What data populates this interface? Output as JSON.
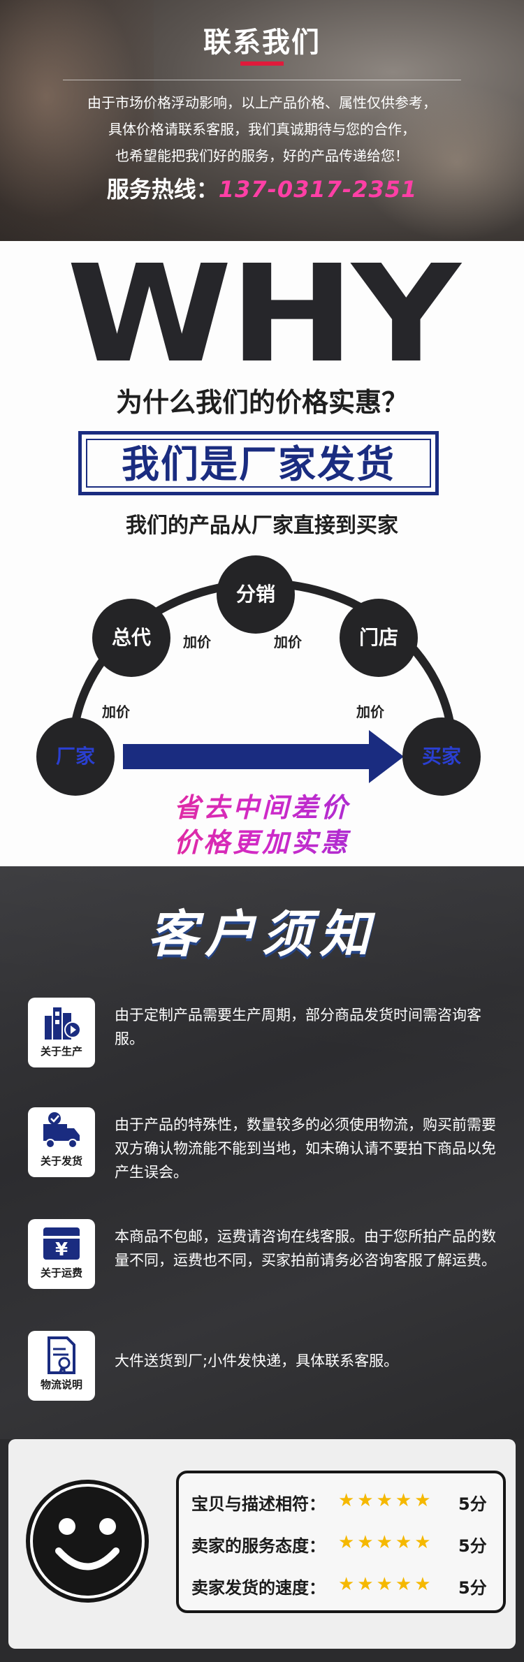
{
  "contact": {
    "title": "联系我们",
    "lines": [
      "由于市场价格浮动影响，以上产品价格、属性仅供参考，",
      "具体价格请联系客服，我们真诚期待与您的合作，",
      "也希望能把我们好的服务，好的产品传递给您！"
    ],
    "hotline_label": "服务热线：",
    "hotline_number": "137-0317-2351",
    "accent_color": "#e01a3b"
  },
  "why": {
    "big_word": "WHY",
    "question": "为什么我们的价格实惠？",
    "factory_claim": "我们是厂家发货",
    "subtitle": "我们的产品从厂家直接到买家",
    "nodes": {
      "factory": "厂家",
      "agent": "总代",
      "distribution": "分销",
      "store": "门店",
      "buyer": "买家"
    },
    "markup_label": "加价",
    "slogan_line1": "省去中间差价",
    "slogan_line2": "价格更加实惠",
    "brand_color": "#1a2c80"
  },
  "notice": {
    "title": "客户须知",
    "items": [
      {
        "icon": "factory-icon",
        "caption": "关于生产",
        "text": "由于定制产品需要生产周期，部分商品发货时间需咨询客服。"
      },
      {
        "icon": "truck-icon",
        "caption": "关于发货",
        "text": "由于产品的特殊性，数量较多的必须使用物流，购买前需要双方确认物流能不能到当地，如未确认请不要拍下商品以免产生误会。"
      },
      {
        "icon": "yen-icon",
        "caption": "关于运费",
        "text": "本商品不包邮，运费请咨询在线客服。由于您所拍产品的数量不同，运费也不同，买家拍前请务必咨询客服了解运费。"
      },
      {
        "icon": "document-icon",
        "caption": "物流说明",
        "text": "大件送货到厂;小件发快递，具体联系客服。"
      }
    ]
  },
  "rating": {
    "rows": [
      {
        "label": "宝贝与描述相符：",
        "stars": 5,
        "score": "5分"
      },
      {
        "label": "卖家的服务态度：",
        "stars": 5,
        "score": "5分"
      },
      {
        "label": "卖家发货的速度：",
        "stars": 5,
        "score": "5分"
      }
    ],
    "star_color": "#f5b800"
  }
}
